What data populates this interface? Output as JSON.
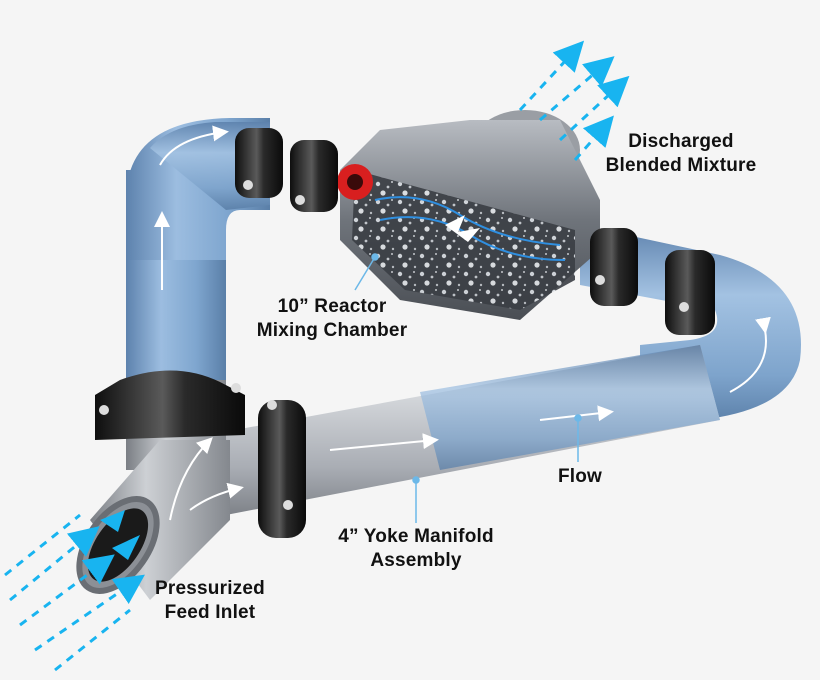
{
  "diagram": {
    "title": "Reactor mixing loop diagram",
    "background": "#f5f5f5",
    "colors": {
      "pipe_blue": "#7fa6cf",
      "pipe_steel": "#a9adb4",
      "clamp_black": "#141414",
      "flow_cyan": "#18b4f0",
      "rotor_red": "#d81f1f",
      "leader_line": "#6cb8e8",
      "text": "#111111"
    },
    "labels": {
      "discharge": {
        "line1": "Discharged",
        "line2": "Blended Mixture"
      },
      "reactor": {
        "line1": "10” Reactor",
        "line2": "Mixing Chamber"
      },
      "flow": {
        "line1": "Flow"
      },
      "manifold": {
        "line1": "4” Yoke Manifold",
        "line2": "Assembly"
      },
      "inlet": {
        "line1": "Pressurized",
        "line2": "Feed Inlet"
      }
    },
    "components": [
      {
        "id": "feed-inlet",
        "name": "Pressurized Feed Inlet"
      },
      {
        "id": "yoke-manifold",
        "name": "4” Yoke Manifold Assembly"
      },
      {
        "id": "reactor-chamber",
        "name": "10” Reactor Mixing Chamber"
      },
      {
        "id": "discharge-outlet",
        "name": "Discharged Blended Mixture"
      },
      {
        "id": "flow-direction",
        "name": "Flow"
      }
    ]
  }
}
